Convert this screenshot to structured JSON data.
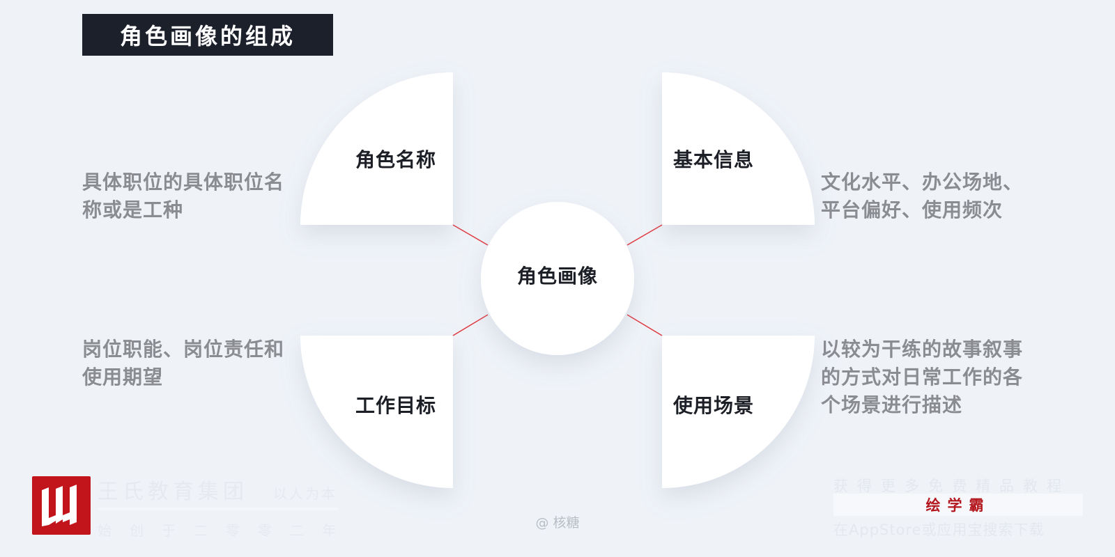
{
  "title": "角色画像的组成",
  "center": {
    "label": "角色画像"
  },
  "quadrants": {
    "top_left": {
      "label": "角色名称",
      "description": [
        "具体职位的具体职位名",
        "称或是工种"
      ]
    },
    "top_right": {
      "label": "基本信息",
      "description": [
        "文化水平、办公场地、",
        "平台偏好、使用频次"
      ]
    },
    "bottom_left": {
      "label": "工作目标",
      "description": [
        "岗位职能、岗位责任和",
        "使用期望"
      ]
    },
    "bottom_right": {
      "label": "使用场景",
      "description": [
        "以较为干练的故事叙事",
        "的方式对日常工作的各",
        "个场景进行描述"
      ]
    }
  },
  "credit": "@ 核糖",
  "watermark_left": {
    "name": "王氏教育集团",
    "slogan": "以人为本",
    "founded": "始创于二零零二年"
  },
  "watermark_right": {
    "top": "获得更多免费精品教程",
    "brand": "绘学霸",
    "bottom": "在AppStore或应用宝搜索下载"
  },
  "colors": {
    "background": "#eff3f8",
    "title_box": "#1c202b",
    "connector": "#e0373f",
    "logo": "#c1141b"
  }
}
